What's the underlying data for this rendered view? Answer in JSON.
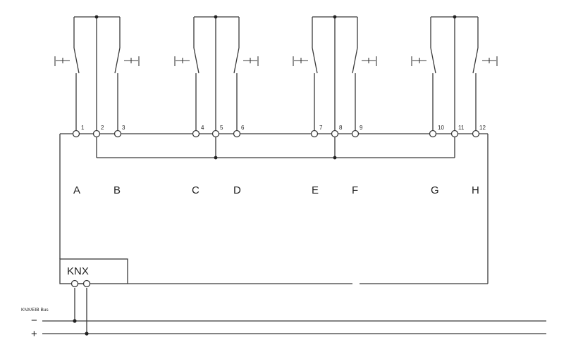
{
  "terminals": [
    "1",
    "2",
    "3",
    "4",
    "5",
    "6",
    "7",
    "8",
    "9",
    "10",
    "11",
    "12"
  ],
  "channels": [
    "A",
    "B",
    "C",
    "D",
    "E",
    "F",
    "G",
    "H"
  ],
  "knx_label": "KNX",
  "bus_label": "KNX/EIB Bus",
  "minus_sign": "−",
  "plus_sign": "+"
}
